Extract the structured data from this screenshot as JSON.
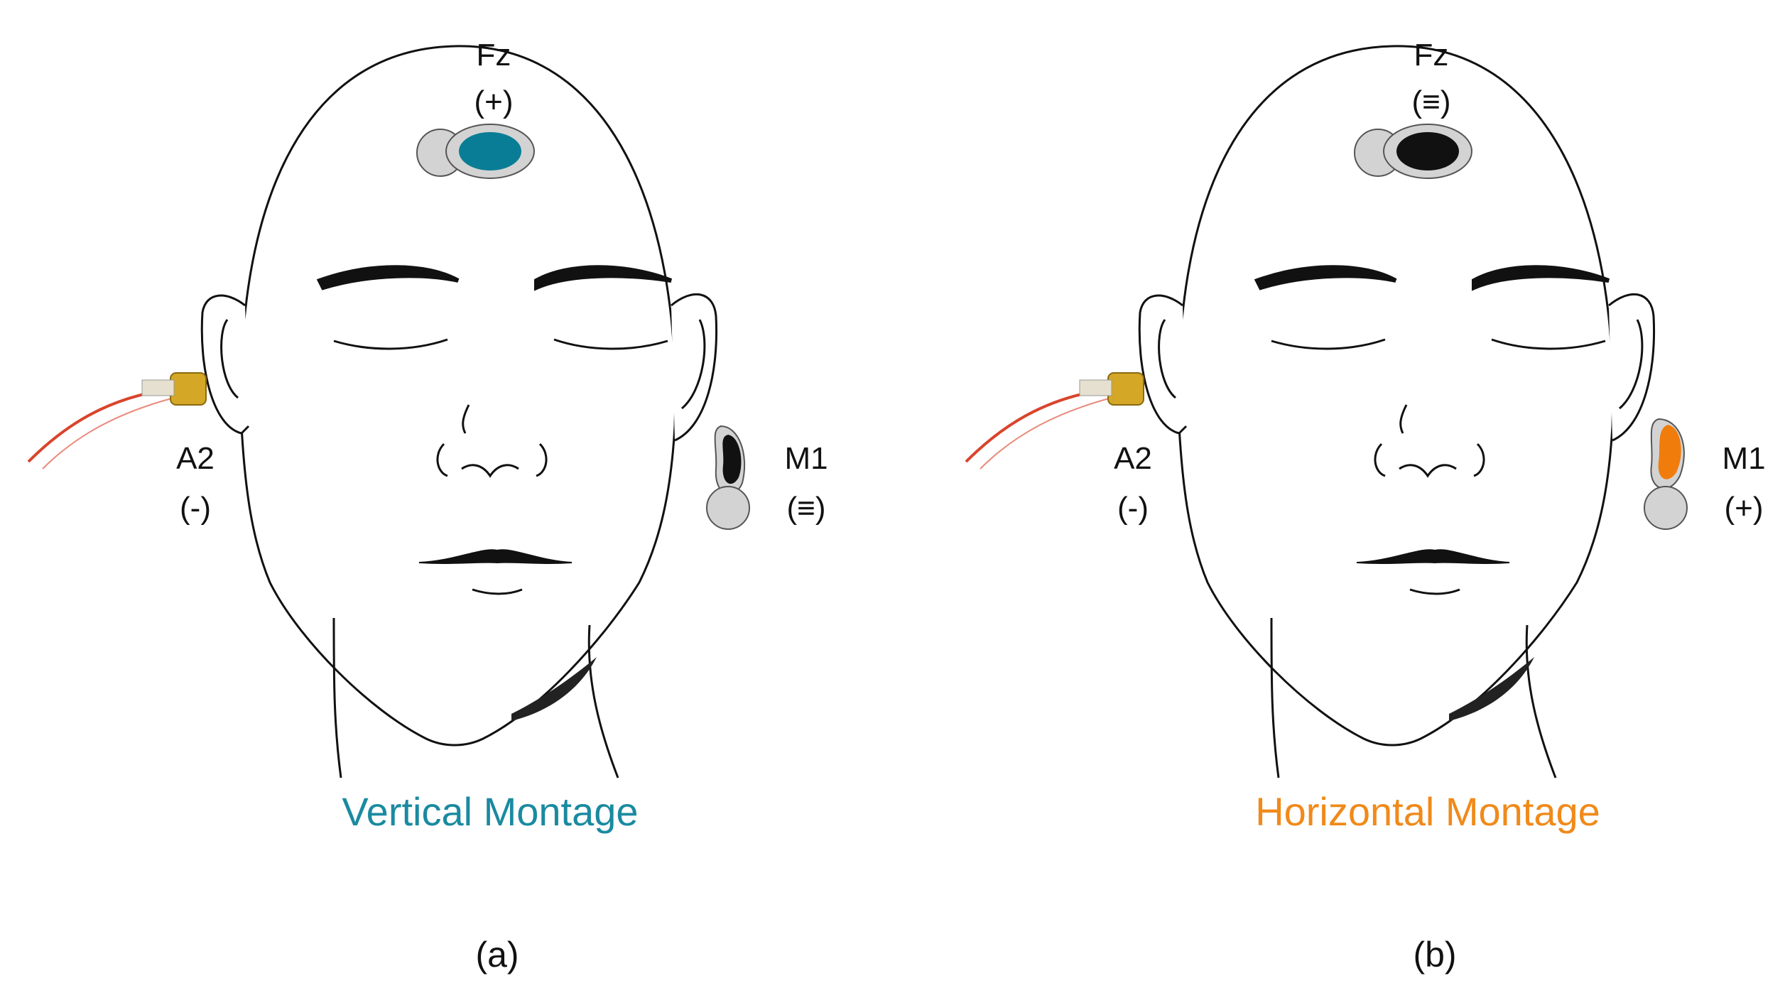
{
  "panels": [
    {
      "fz": {
        "name": "Fz",
        "polarity": "(+)"
      },
      "a2": {
        "name": "A2",
        "polarity": "(-)"
      },
      "m1": {
        "name": "M1",
        "polarity": "(≡)"
      },
      "title": "Vertical Montage",
      "caption": "(a)",
      "fz_electrode_color": "#0a7d96",
      "m1_electrode_color": "#111111",
      "title_color": "#1a8aa0"
    },
    {
      "fz": {
        "name": "Fz",
        "polarity": "(≡)"
      },
      "a2": {
        "name": "A2",
        "polarity": "(-)"
      },
      "m1": {
        "name": "M1",
        "polarity": "(+)"
      },
      "title": "Horizontal Montage",
      "caption": "(b)",
      "fz_electrode_color": "#111111",
      "m1_electrode_color": "#f07c0c",
      "title_color": "#f08a1a"
    }
  ]
}
